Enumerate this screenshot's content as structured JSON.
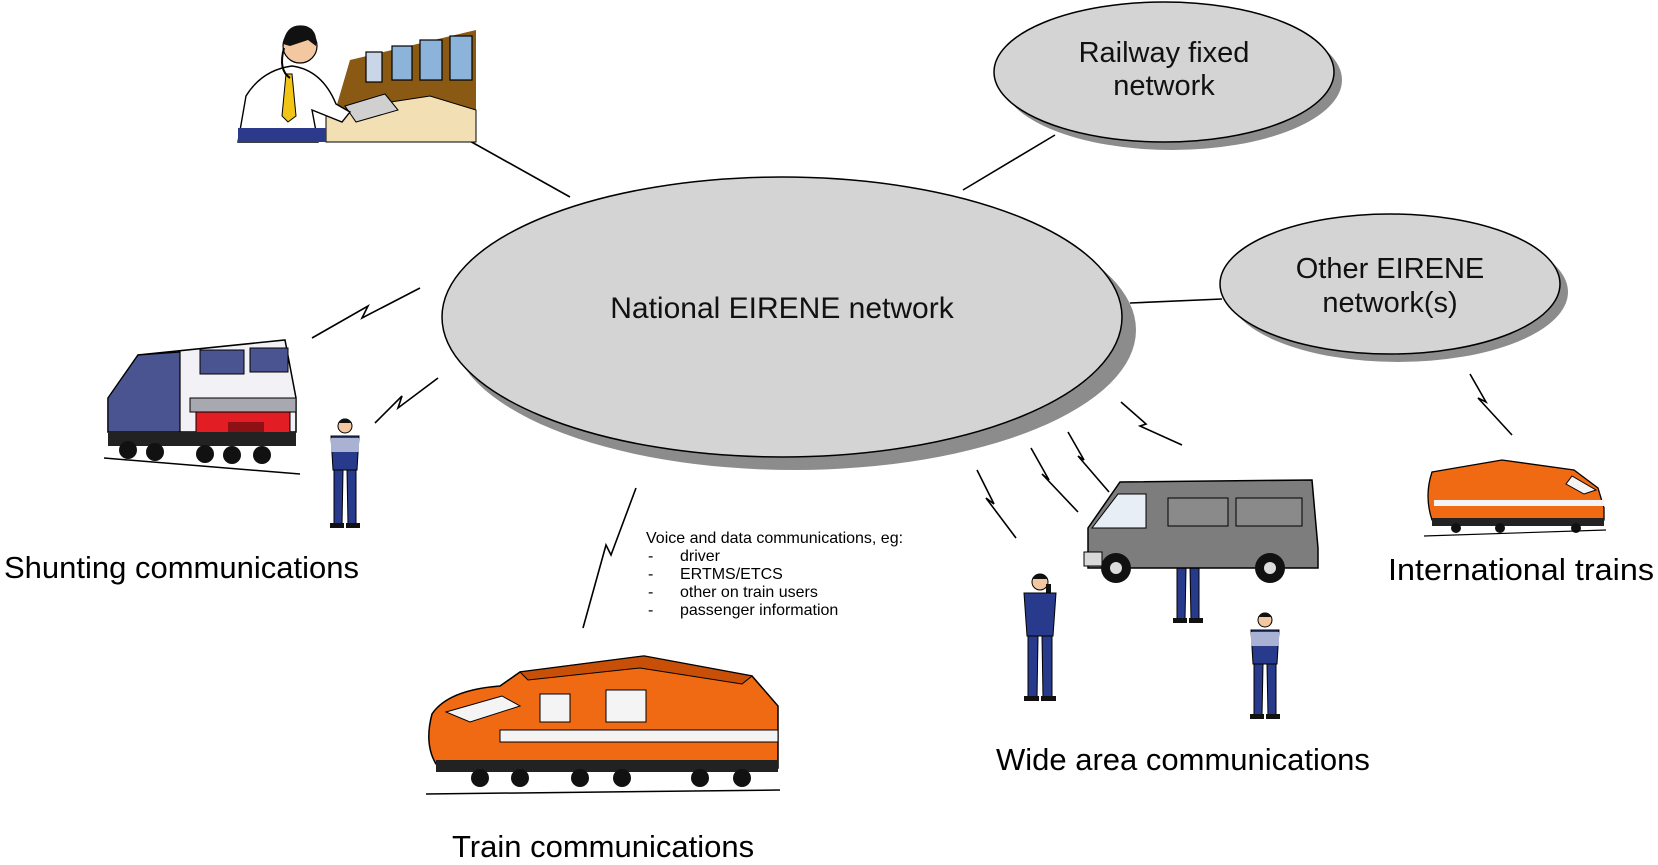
{
  "nodes": {
    "national": "National EIRENE network",
    "railway_fixed": [
      "Railway fixed",
      "network"
    ],
    "other_eirene": [
      "Other EIRENE",
      "network(s)"
    ]
  },
  "captions": {
    "shunting": "Shunting communications",
    "train": "Train communications",
    "wide_area": "Wide area communications",
    "international": "International trains"
  },
  "note": {
    "heading": "Voice and data communications, eg:",
    "items": [
      "driver",
      "ERTMS/ETCS",
      "other on train users",
      "passenger information"
    ],
    "bullet": "-"
  },
  "colors": {
    "ellipse_fill": "#d4d4d4",
    "ellipse_shadow": "#8c8c8c",
    "train_orange": "#ef6a12",
    "loco_blue": "#4a5490",
    "uniform_blue": "#283a8c",
    "van_grey": "#7d7d7d"
  },
  "icons": [
    "controller-at-desk-icon",
    "shunting-locomotive-icon",
    "orange-high-speed-train-icon",
    "service-van-icon",
    "railway-worker-icon",
    "radio-link-icon"
  ]
}
